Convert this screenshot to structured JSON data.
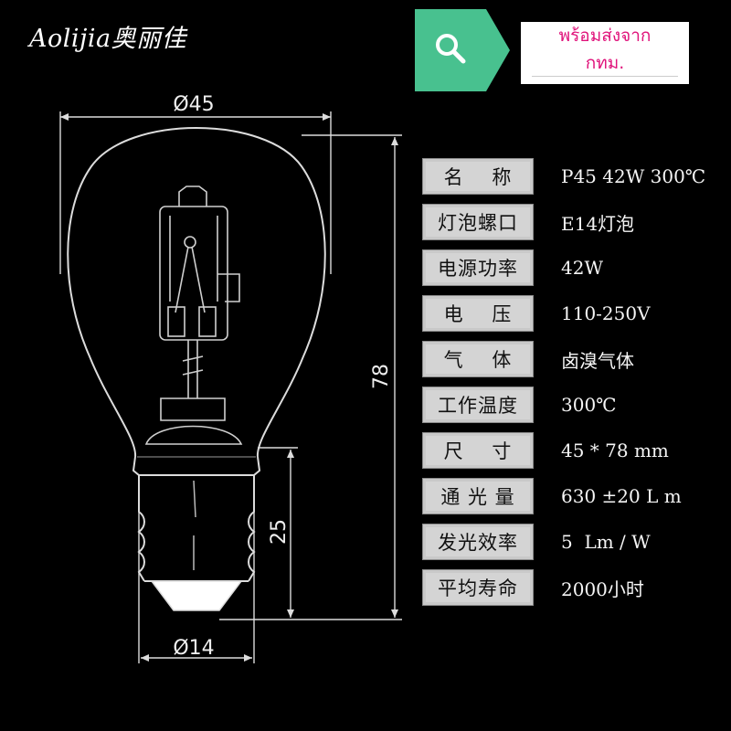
{
  "brand": "Aolijia奥丽佳",
  "banner": {
    "icon": "search-icon",
    "line1": "พร้อมส่งจาก",
    "line2": "กทม."
  },
  "dimensions": {
    "top_width": "Ø45",
    "height": "78",
    "base_height": "25",
    "base_width": "Ø14"
  },
  "specs": [
    {
      "label": "名    称",
      "value": "P45 42W 300℃"
    },
    {
      "label": "灯泡螺口",
      "value": "E14灯泡"
    },
    {
      "label": "电源功率",
      "value": "42W"
    },
    {
      "label": "电    压",
      "value": "110-250V"
    },
    {
      "label": "气    体",
      "value": "卤溴气体"
    },
    {
      "label": "工作温度",
      "value": "300℃"
    },
    {
      "label": "尺    寸",
      "value": "45 * 78 mm"
    },
    {
      "label": "通 光 量",
      "value": "630 ±20 L m"
    },
    {
      "label": "发光效率",
      "value": "5  Lm / W"
    },
    {
      "label": "平均寿命",
      "value": "2000小时"
    }
  ],
  "colors": {
    "banner_green": "#48c18f",
    "banner_text": "#e0137b",
    "label_bg": "#d4d4d4",
    "background": "#000000"
  }
}
